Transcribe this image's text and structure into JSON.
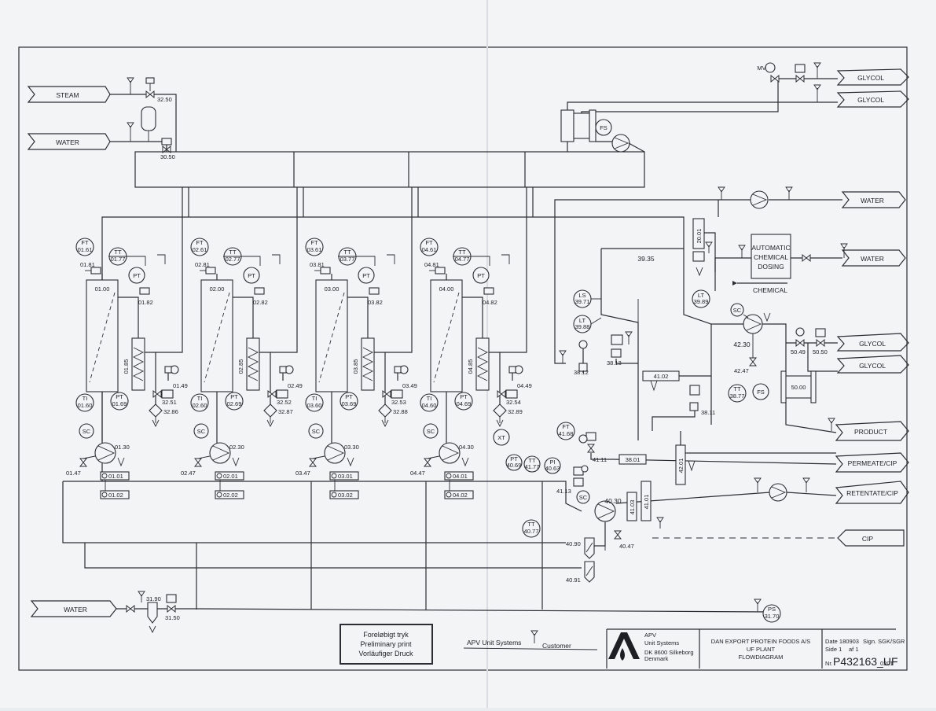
{
  "streams": {
    "steam": "STEAM",
    "water_in": "WATER",
    "water_bottom": "WATER",
    "glycol_1": "GLYCOL",
    "glycol_2": "GLYCOL",
    "glycol_3": "GLYCOL",
    "glycol_4": "GLYCOL",
    "water_r1": "WATER",
    "water_r2": "WATER",
    "product": "PRODUCT",
    "permeate": "PERMEATE/CIP",
    "retentate": "RETENTATE/CIP",
    "cip": "CIP"
  },
  "units": [
    {
      "ft": "FT",
      "ft_tag": "01.61",
      "tt": "TT",
      "tt_tag": "01.77",
      "valve": "01.81",
      "module": "01.00",
      "pt": "PT",
      "pt_tag": "01.82",
      "hx": "01.85",
      "cv": "01.49",
      "cv2": "32.51",
      "filt": "32.86",
      "ti": "TI",
      "ti_tag": "01.60",
      "pt2": "PT",
      "pt2_tag": "01.69",
      "sc": "SC",
      "pump": "01.30",
      "drain": "01.47",
      "ind1": "01.01",
      "ind2": "01.02"
    },
    {
      "ft": "FT",
      "ft_tag": "02.61",
      "tt": "TT",
      "tt_tag": "02.77",
      "valve": "02.81",
      "module": "02.00",
      "pt": "PT",
      "pt_tag": "02.82",
      "hx": "02.85",
      "cv": "02.49",
      "cv2": "32.52",
      "filt": "32.87",
      "ti": "TI",
      "ti_tag": "02.60",
      "pt2": "PT",
      "pt2_tag": "02.69",
      "sc": "SC",
      "pump": "02.30",
      "drain": "02.47",
      "ind1": "02.01",
      "ind2": "02.02"
    },
    {
      "ft": "FT",
      "ft_tag": "03.61",
      "tt": "TT",
      "tt_tag": "03.77",
      "valve": "03.81",
      "module": "03.00",
      "pt": "PT",
      "pt_tag": "03.82",
      "hx": "03.85",
      "cv": "03.49",
      "cv2": "32.53",
      "filt": "32.88",
      "ti": "TI",
      "ti_tag": "03.60",
      "pt2": "PT",
      "pt2_tag": "03.69",
      "sc": "SC",
      "pump": "03.30",
      "drain": "03.47",
      "ind1": "03.01",
      "ind2": "03.02"
    },
    {
      "ft": "FT",
      "ft_tag": "04.61",
      "tt": "TT",
      "tt_tag": "04.77",
      "valve": "04.81",
      "module": "04.00",
      "pt": "PT",
      "pt_tag": "04.82",
      "hx": "04.85",
      "cv": "04.49",
      "cv2": "32.54",
      "filt": "32.89",
      "ti": "TI",
      "ti_tag": "04.60",
      "pt2": "PT",
      "pt2_tag": "04.69",
      "sc": "SC",
      "pump": "04.30",
      "drain": "04.47",
      "ind1": "04.01",
      "ind2": "04.02"
    }
  ],
  "tags": {
    "t3250": "32.50",
    "t3050": "30.50",
    "fs_top": "FS",
    "mv": "MV",
    "t3935": "39.35",
    "ls": "LS",
    "t3971": "39.71",
    "lt": "LT",
    "t3988": "39.88",
    "lt2": "LT",
    "t3989": "39.89",
    "t2001": "20.01",
    "t3812": "38.12",
    "t3813": "38.13",
    "t4102": "41.02",
    "t3811": "38.11",
    "tt2": "TT",
    "t3877": "38.77",
    "fs2": "FS",
    "sc2": "SC",
    "t4230": "42.30",
    "t4247": "42.47",
    "t5049": "50.49",
    "t5050": "50.50",
    "t5000": "50.00",
    "xt": "XT",
    "ft2": "FT",
    "t4168": "41.68",
    "t4111": "41.11",
    "t3801": "38.01",
    "t4201": "42.01",
    "pt3": "PT",
    "t4069": "40.69",
    "tt3": "TT",
    "t4177": "41.77",
    "pi": "PI",
    "t4063": "40.63",
    "t4113": "41.13",
    "sc3": "SC",
    "t4030": "40.30",
    "t4103": "41.03",
    "t4101": "41.01",
    "tt4": "TT",
    "t4077": "40.77",
    "t4047": "40.47",
    "t4090": "40.90",
    "t4091": "40.91",
    "t3190": "31.90",
    "t3150": "31.50",
    "ps": "PS",
    "t3170": "31.70"
  },
  "dosing": {
    "line1": "AUTOMATIC",
    "line2": "CHEMICAL",
    "line3": "DOSING",
    "chemical": "CHEMICAL"
  },
  "stamp": {
    "l1": "Foreløbigt tryk",
    "l2": "Preliminary print",
    "l3": "Vorläufiger Druck"
  },
  "legend": {
    "apv": "APV Unit Systems",
    "customer": "Customer"
  },
  "title_block": {
    "company1": "APV",
    "company2": "Unit Systems",
    "company3": "DK 8600 Silkeborg",
    "company4": "Denmark",
    "project1": "DAN EXPORT PROTEIN FOODS A/S",
    "project2": "UF PLANT",
    "project3": "FLOWDIAGRAM",
    "date": "Date 180903",
    "sign": "Sign. SGK/SGR",
    "side": "Side 1",
    "of": "af 1",
    "nr_label": "Nr.",
    "drawing_no": "P432163_UF",
    "rev": "0201"
  },
  "colors": {
    "paper": "#f3f4f6",
    "line": "#2a2d33"
  }
}
